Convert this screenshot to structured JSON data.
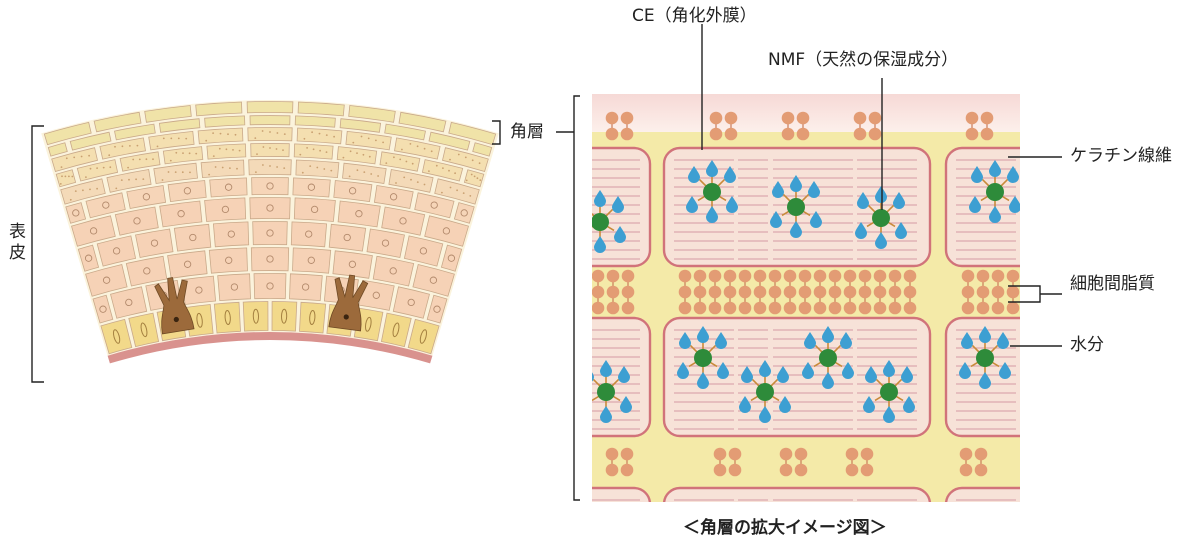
{
  "labels": {
    "epidermis": "表皮",
    "stratum_corneum": "角層",
    "ce": "CE（角化外膜）",
    "nmf": "NMF（天然の保湿成分）",
    "keratin": "ケラチン線維",
    "lipid": "細胞間脂質",
    "water": "水分"
  },
  "caption": "＜角層の拡大イメージ図＞",
  "colors": {
    "corneocyte_fill": "#f7e2d8",
    "corneocyte_border": "#d1737a",
    "matrix": "#f4eaa8",
    "lipid": "#e39c74",
    "water": "#3d9fd2",
    "nmf": "#2e8b3a",
    "nmf_link": "#c88a3a",
    "skin_cell": "#f6d5b8",
    "basal_cell": "#f2d98a",
    "melanocyte": "#9c6a3b",
    "dermis": "#d9928e"
  }
}
